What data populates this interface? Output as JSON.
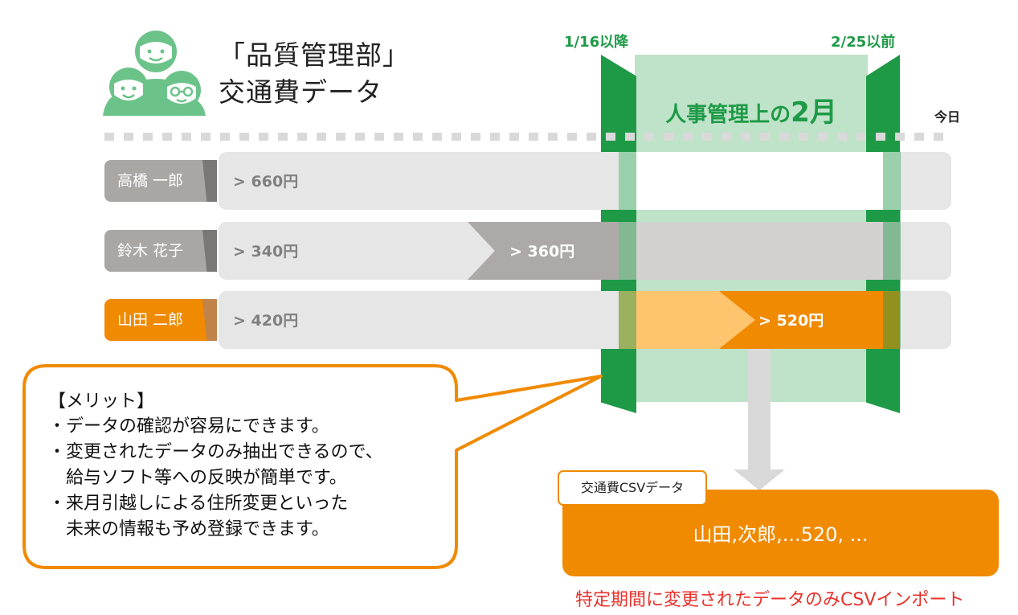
{
  "header": {
    "title_line1": "「品質管理部」",
    "title_line2": "交通費データ",
    "icon": "group-people-icon"
  },
  "timeline": {
    "start_label": "1/16以降",
    "end_label": "2/25以前",
    "period_prefix": "人事管理上の",
    "period_month": "2月",
    "today_label": "今日"
  },
  "rows": [
    {
      "name": "高橋 一郎",
      "initial_value": "> 660円",
      "changed_value": "",
      "color": "#a9a6a4"
    },
    {
      "name": "鈴木 花子",
      "initial_value": "> 340円",
      "changed_value": "> 360円",
      "color": "#a9a6a4"
    },
    {
      "name": "山田 二郎",
      "initial_value": "> 420円",
      "changed_value": "> 520円",
      "color": "#f08a00"
    }
  ],
  "callout": {
    "title": "【メリット】",
    "lines": [
      "・データの確認が容易にできます。",
      "・変更されたデータのみ抽出できるので、",
      "　給与ソフト等への反映が簡単です。",
      "・来月引越しによる住所変更といった",
      "　未来の情報も予め登録できます。"
    ]
  },
  "csv": {
    "tag": "交通費CSVデータ",
    "content": "山田,次郎,...520, ...",
    "caption": "特定期間に変更されたデータのみCSVインポート"
  },
  "colors": {
    "green": "#1e9a47",
    "light_green": "#bfe3c8",
    "orange": "#f08a00",
    "light_orange": "#ffc46e",
    "gray_bar": "#e6e6e6",
    "gray_tab": "#a9a6a4",
    "red_text": "#e8322b"
  }
}
